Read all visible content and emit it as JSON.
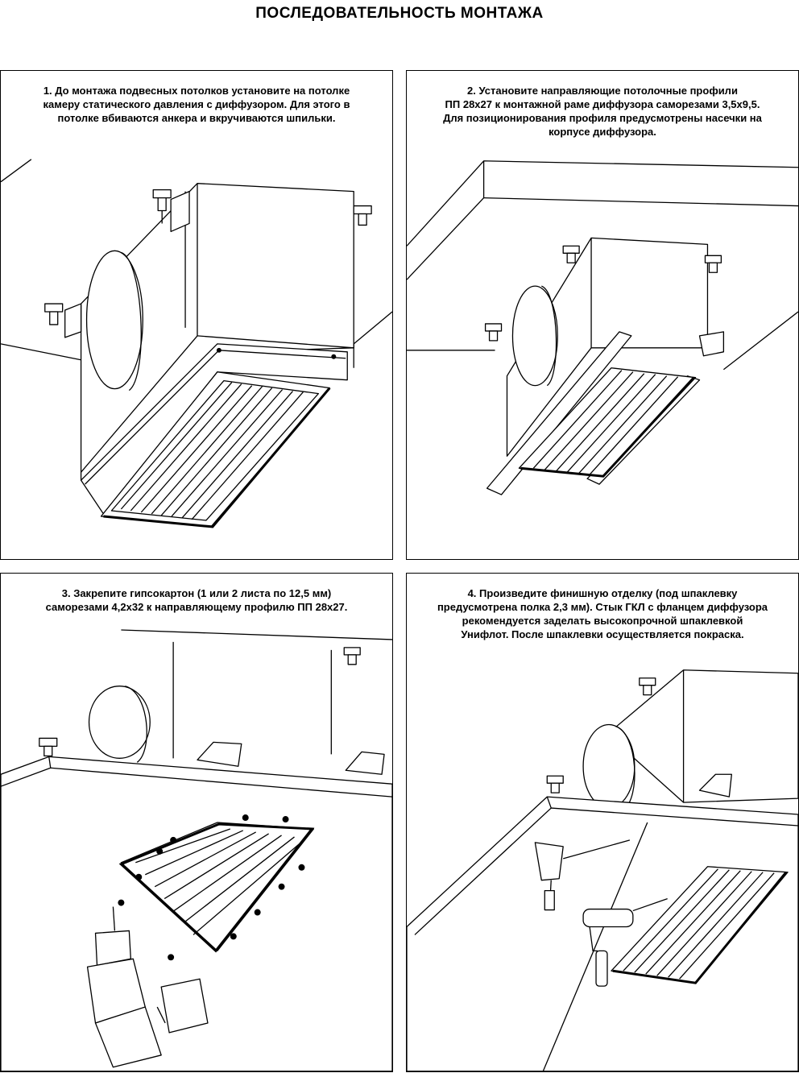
{
  "title": "ПОСЛЕДОВАТЕЛЬНОСТЬ МОНТАЖА",
  "steps": [
    {
      "lines": [
        "1. До монтажа подвесных потолков установите на потолке",
        "камеру статического давления с диффузором. Для этого в",
        "потолке вбиваются анкера и вкручиваются шпильки."
      ]
    },
    {
      "lines": [
        "2. Установите направляющие потолочные профили",
        "ПП 28х27 к монтажной раме диффузора саморезами 3,5х9,5.",
        "Для позиционирования профиля предусмотрены насечки на",
        "корпусе диффузора."
      ]
    },
    {
      "lines": [
        "3. Закрепите гипсокартон (1 или 2 листа по 12,5 мм)",
        "саморезами 4,2х32 к направляющему профилю ПП 28х27."
      ]
    },
    {
      "lines": [
        "4. Произведите финишную отделку (под шпаклевку",
        "предусмотрена полка 2,3 мм). Стык ГКЛ с фланцем диффузора",
        "рекомендуется заделать высокопрочной шпаклевкой",
        "Унифлот. После шпаклевки осуществляется покраска."
      ]
    }
  ],
  "icons": [
    "anchor-stud-icon",
    "drill-icon",
    "spatula-icon",
    "paint-roller-icon"
  ]
}
